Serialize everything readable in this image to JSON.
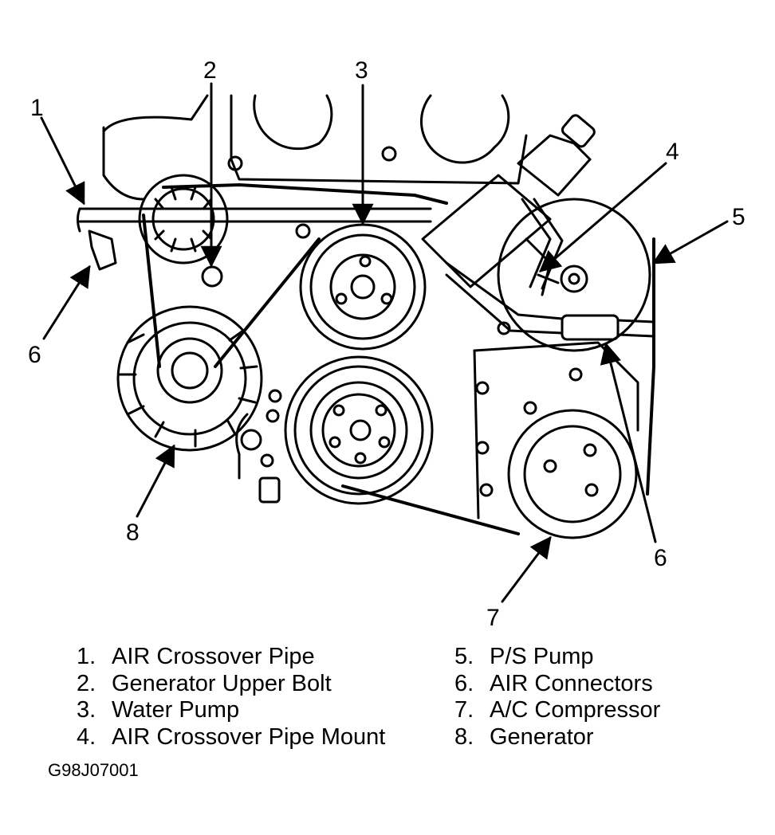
{
  "callouts": [
    "1",
    "2",
    "3",
    "4",
    "5",
    "6",
    "7",
    "8",
    "6"
  ],
  "legend": {
    "left": [
      {
        "num": "1.",
        "text": "AIR Crossover Pipe"
      },
      {
        "num": "2.",
        "text": "Generator Upper Bolt"
      },
      {
        "num": "3.",
        "text": "Water Pump"
      },
      {
        "num": "4.",
        "text": "AIR Crossover Pipe Mount"
      }
    ],
    "right": [
      {
        "num": "5.",
        "text": "P/S Pump"
      },
      {
        "num": "6.",
        "text": "AIR Connectors"
      },
      {
        "num": "7.",
        "text": "A/C Compressor"
      },
      {
        "num": "8.",
        "text": "Generator"
      }
    ]
  },
  "figure_id": "G98J07001"
}
